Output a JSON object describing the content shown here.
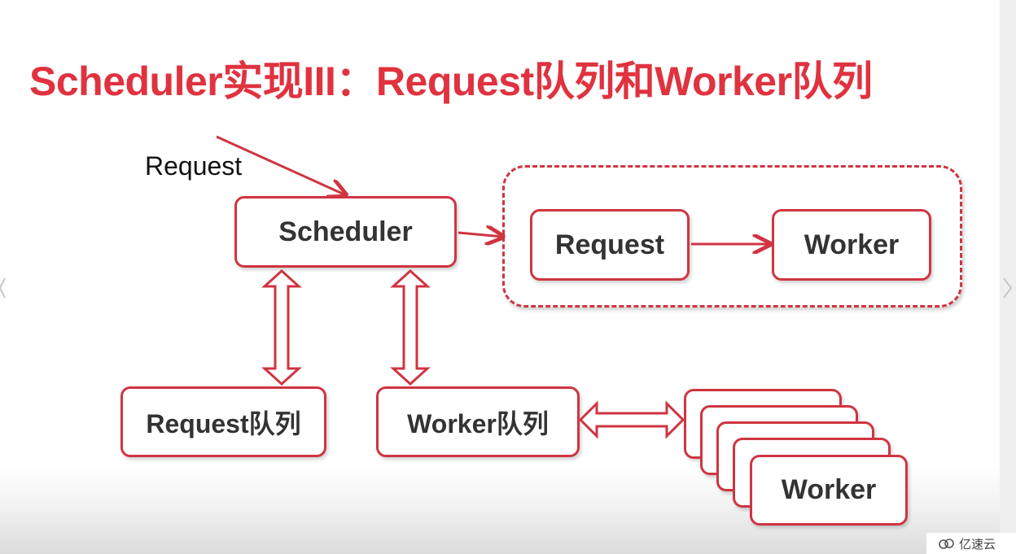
{
  "title": "Scheduler实现III：Request队列和Worker队列",
  "diagram": {
    "incoming_label": "Request",
    "scheduler": "Scheduler",
    "group": {
      "request": "Request",
      "worker": "Worker"
    },
    "request_queue": "Request队列",
    "worker_queue": "Worker队列",
    "worker_stack": [
      "",
      "",
      "",
      "",
      "Worker"
    ]
  },
  "watermark": "亿速云",
  "colors": {
    "accent": "#e0323f",
    "border": "#cf3541",
    "text": "#333333"
  },
  "icons": {
    "next": "chevron-right-icon",
    "previous": "chevron-left-icon",
    "watermark": "cloud-logo-icon"
  }
}
